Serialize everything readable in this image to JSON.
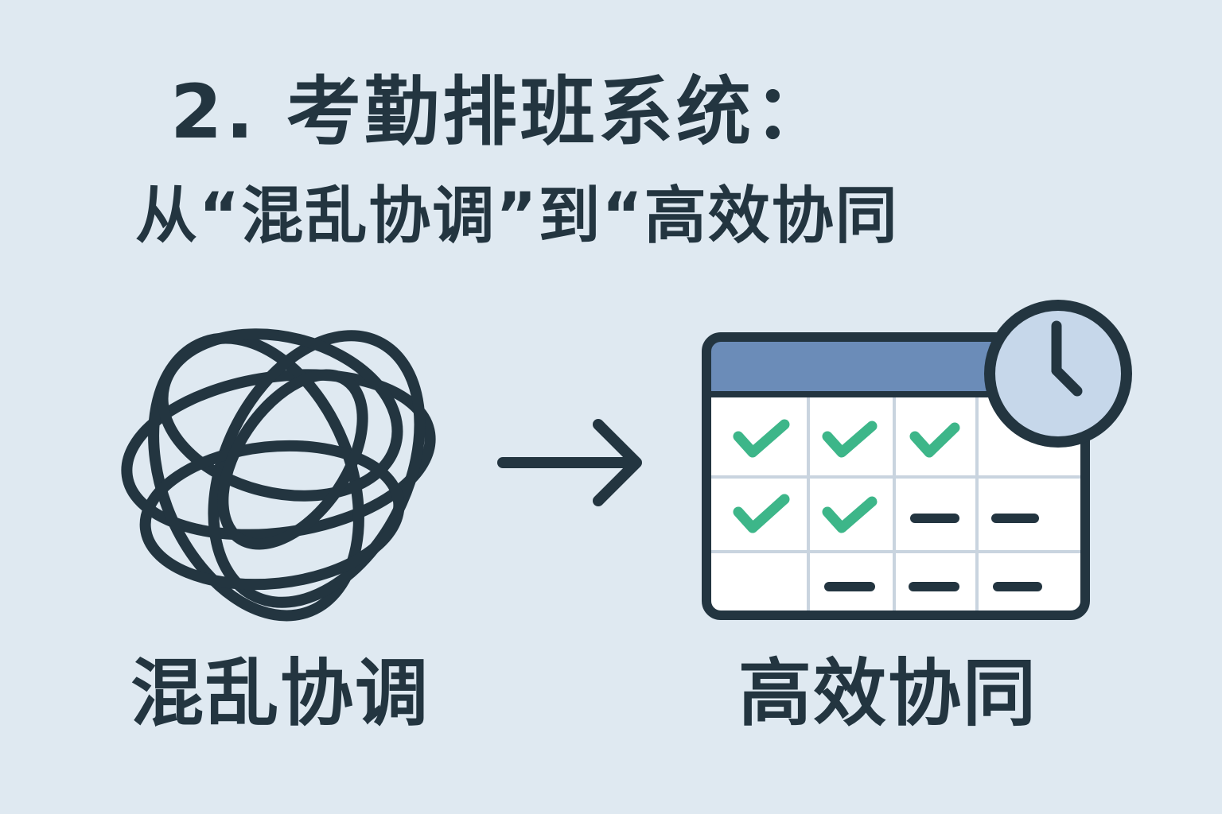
{
  "heading": {
    "title": "2. 考勤排班系统：",
    "subtitle": "从“混乱协调”到“高效协同"
  },
  "left": {
    "label": "混乱协调",
    "icon": "tangled-loops-icon"
  },
  "right": {
    "label": "高效协同",
    "icon": "schedule-calendar-icon",
    "clock_icon": "clock-icon"
  },
  "arrow_icon": "right-arrow-icon",
  "calendar_grid": {
    "rows": [
      [
        "check",
        "check",
        "check",
        "empty"
      ],
      [
        "check",
        "check",
        "dash",
        "dash"
      ],
      [
        "empty",
        "dash",
        "dash",
        "dash"
      ]
    ]
  },
  "colors": {
    "background": "#dfe9f1",
    "ink": "#233540",
    "calendar_header": "#6b8cb8",
    "check": "#3db689",
    "clock_face": "#c6d7ea"
  }
}
